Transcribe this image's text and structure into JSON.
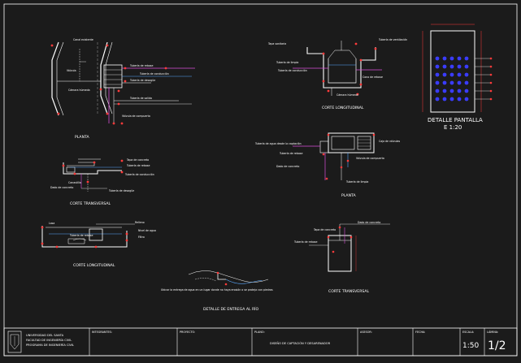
{
  "planta": {
    "title": "PLANTA",
    "labels": [
      "Canal existente",
      "Tubería de rebose",
      "Tubería de conducción",
      "Tubería de desagüe",
      "Válvula",
      "Cámara húmeda",
      "Tubería de salida",
      "Válvula de compuerta"
    ]
  },
  "corte_transversal": {
    "title": "CORTE TRANSVERSAL",
    "labels": [
      "Tapa de concreto",
      "Tubería de rebose",
      "Tubería de conducción",
      "Canastilla",
      "Tubería de desagüe",
      "Dado de concreto"
    ]
  },
  "corte_longitudinal": {
    "title": "CORTE LONGITUDINAL",
    "labels": [
      "Losa",
      "Nivel de agua",
      "Tubería de rebose",
      "Relleno",
      "Filtro"
    ]
  },
  "corte_longitudinal_top": {
    "title": "CORTE LONGITUDINAL",
    "labels": [
      "Tapa sanitaria",
      "Tubería de limpia",
      "Tubería de conducción",
      "Tubería de ventilación",
      "Cámara húmeda",
      "Cono de rebose"
    ]
  },
  "planta_2": {
    "title": "PLANTA",
    "labels": [
      "Tubería de agua desde la captación",
      "Tubería de rebose",
      "Válvula de compuerta",
      "Tubería de limpia",
      "Caja de válvulas",
      "Dado de concreto"
    ]
  },
  "corte_transversal_2": {
    "title": "CORTE TRANSVERSAL",
    "labels": [
      "Tapa de concreto",
      "Tubería de rebose",
      "Dado de concreto"
    ]
  },
  "detalle_pantalla": {
    "title": "DETALLE PANTALLA",
    "scale": "E 1:20"
  },
  "detalle_entrega": {
    "title": "DETALLE DE ENTREGA AL RÍO",
    "note": "Ubicar la entrega de agua en un lugar donde no haya erosión o se proteja con piedras"
  },
  "title_block": {
    "university": [
      "UNIVERSIDAD DEL SANTA",
      "FACULTAD DE INGENIERÍA CIVIL",
      "PROGRAMA DE INGENIERÍA CIVIL"
    ],
    "fields": [
      {
        "header": "INTEGRANTES:",
        "value": ""
      },
      {
        "header": "PROYECTO:",
        "value": ""
      },
      {
        "header": "PLANO:",
        "value": "DISEÑO DE CAPTACIÓN Y DESARENADOR"
      },
      {
        "header": "ASESOR:",
        "value": ""
      },
      {
        "header": "FECHA:",
        "value": ""
      },
      {
        "header": "ESCALA:",
        "value": "1:50"
      },
      {
        "header": "LÁMINA:",
        "value": "1/2"
      }
    ]
  },
  "colors": {
    "background": "#1b1b1b",
    "lines": "#ffffff",
    "dimension": "#ff3b3b",
    "water": "#5aa9ff",
    "pipe": "#d94fd9",
    "fill_blue": "#3a3cff"
  }
}
